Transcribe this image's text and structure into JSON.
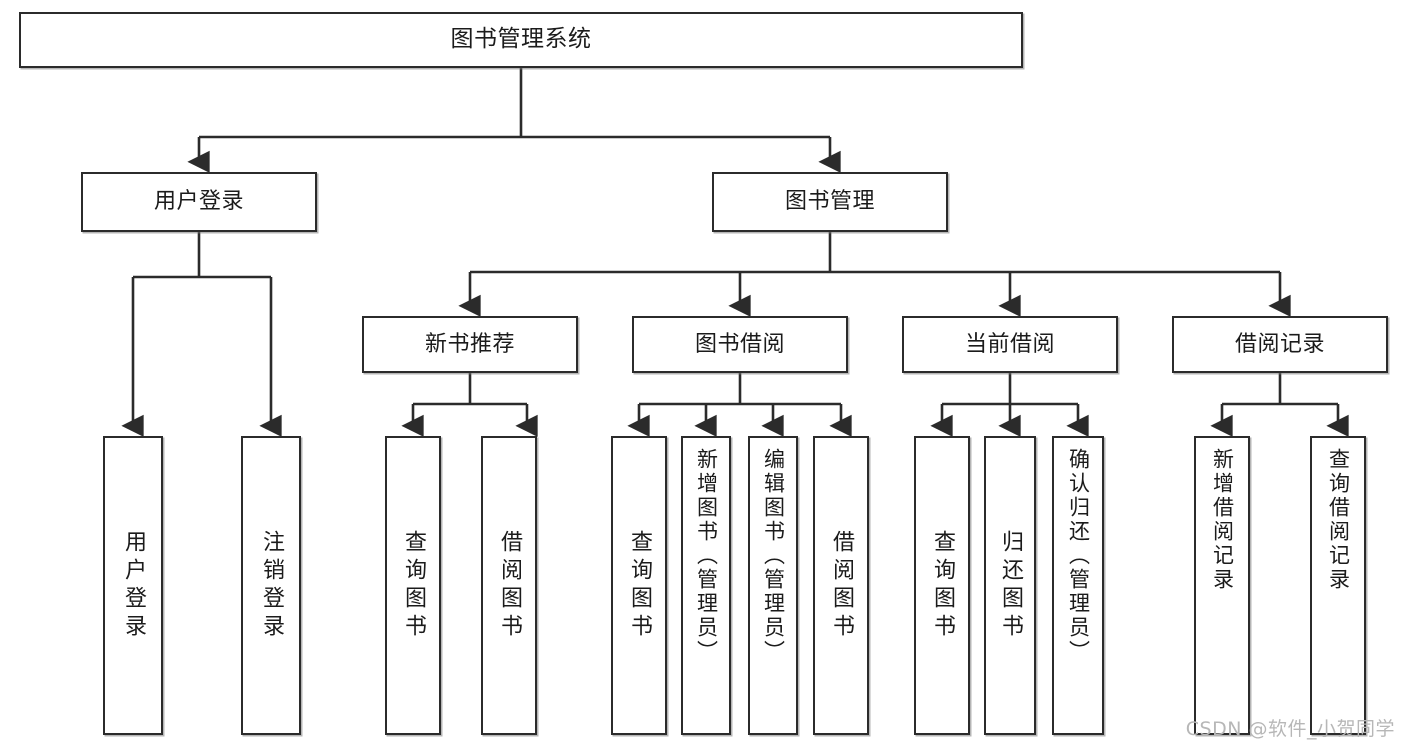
{
  "diagram": {
    "title": "图书管理系统",
    "type": "tree",
    "orientation": "top-down",
    "colors": {
      "box_border": "#2b2b2b",
      "box_fill": "#ffffff",
      "connector": "#2b2b2b",
      "text": "#1b1b1b",
      "watermark": "#b7b7b7",
      "background": "#ffffff"
    },
    "watermark": "CSDN @软件_小贺同学",
    "nodes": {
      "root": {
        "label": "图书管理系统"
      },
      "level1": [
        {
          "id": "user-login",
          "label": "用户登录"
        },
        {
          "id": "book-manage",
          "label": "图书管理"
        }
      ],
      "level2": [
        {
          "id": "new-book-recommend",
          "label": "新书推荐",
          "parent": "book-manage"
        },
        {
          "id": "book-borrow",
          "label": "图书借阅",
          "parent": "book-manage"
        },
        {
          "id": "current-borrow",
          "label": "当前借阅",
          "parent": "book-manage"
        },
        {
          "id": "borrow-record",
          "label": "借阅记录",
          "parent": "book-manage"
        }
      ],
      "leaves": [
        {
          "id": "leaf-user-login",
          "label": "用户登录",
          "parent": "user-login"
        },
        {
          "id": "leaf-user-logout",
          "label": "注销登录",
          "parent": "user-login"
        },
        {
          "id": "leaf-query-book-1",
          "label": "查询图书",
          "parent": "new-book-recommend"
        },
        {
          "id": "leaf-borrow-book-1",
          "label": "借阅图书",
          "parent": "new-book-recommend"
        },
        {
          "id": "leaf-query-book-2",
          "label": "查询图书",
          "parent": "book-borrow"
        },
        {
          "id": "leaf-add-book",
          "label": "新增图书（管理员）",
          "parent": "book-borrow"
        },
        {
          "id": "leaf-edit-book",
          "label": "编辑图书（管理员）",
          "parent": "book-borrow"
        },
        {
          "id": "leaf-borrow-book-2",
          "label": "借阅图书",
          "parent": "book-borrow"
        },
        {
          "id": "leaf-query-book-3",
          "label": "查询图书",
          "parent": "current-borrow"
        },
        {
          "id": "leaf-return-book",
          "label": "归还图书",
          "parent": "current-borrow"
        },
        {
          "id": "leaf-confirm-return",
          "label": "确认归还（管理员）",
          "parent": "current-borrow"
        },
        {
          "id": "leaf-add-record",
          "label": "新增借阅记录",
          "parent": "borrow-record"
        },
        {
          "id": "leaf-query-record",
          "label": "查询借阅记录",
          "parent": "borrow-record"
        }
      ]
    }
  }
}
